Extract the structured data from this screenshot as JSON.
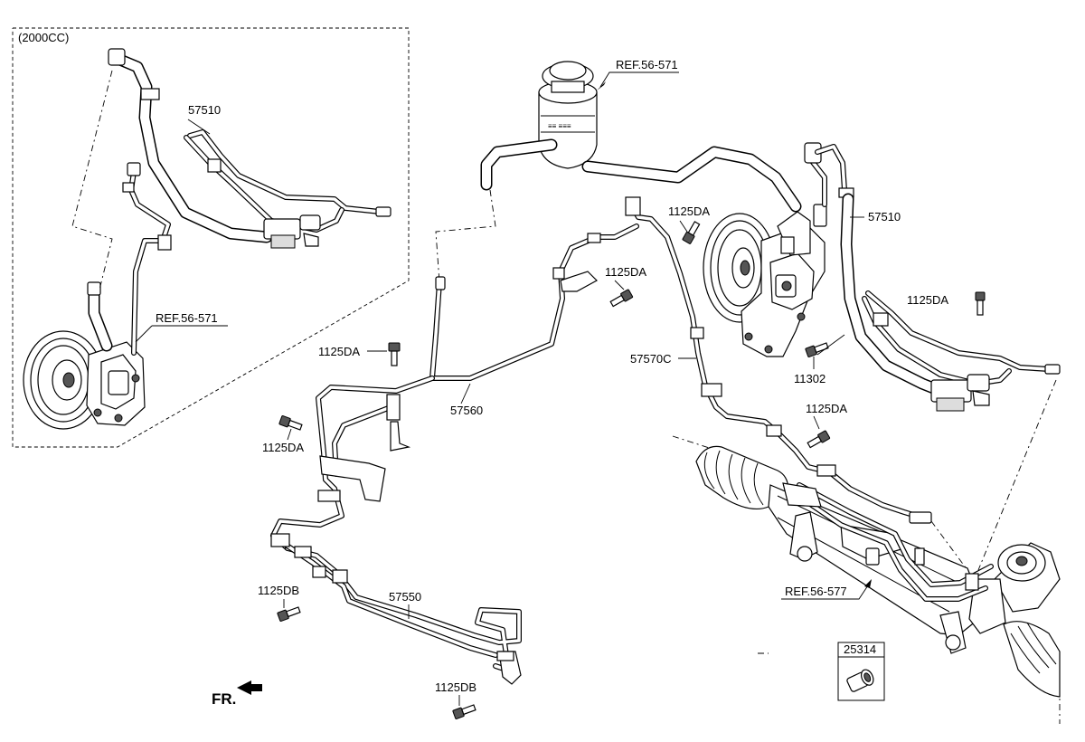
{
  "labels": {
    "engine_variant": "(2000CC)",
    "hose_57510_inset": "57510",
    "ref_pump_inset": "REF.56-571",
    "ref_reservoir": "REF.56-571",
    "bolt_1125DA_upper": "1125DA",
    "bolt_1125DA_mid": "1125DA",
    "hose_57510_main": "57510",
    "bolt_1125DA_right": "1125DA",
    "tube_57570C": "57570C",
    "bolt_11302": "11302",
    "bolt_1125DA_rack": "1125DA",
    "bolt_1125DA_left_upper": "1125DA",
    "tube_57560": "57560",
    "bolt_1125DA_left_lower": "1125DA",
    "bolt_1125DB_left": "1125DB",
    "tube_57550": "57550",
    "bolt_1125DB_bottom": "1125DB",
    "ref_gear_box": "REF.56-577",
    "part_25314": "25314",
    "front_indicator": "FR."
  }
}
